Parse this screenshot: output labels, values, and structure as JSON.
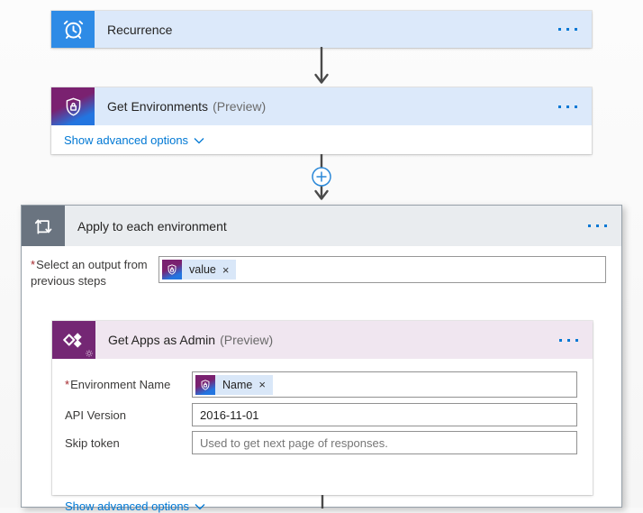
{
  "ui": {
    "asterisk": "*",
    "advanced_options_label": "Show advanced options",
    "token_remove_glyph": "×"
  },
  "recurrence_card": {
    "title": "Recurrence",
    "icon": "alarm-clock-icon"
  },
  "get_environments_card": {
    "title": "Get Environments",
    "preview_suffix": "(Preview)",
    "icon": "shield-lock-icon"
  },
  "apply_card": {
    "title": "Apply to each environment",
    "icon": "loop-icon",
    "output_label": "Select an output from previous steps",
    "output_token_label": "value",
    "output_token_icon": "shield-lock-icon"
  },
  "get_apps_card": {
    "title": "Get Apps as Admin",
    "preview_suffix": "(Preview)",
    "icon": "powerapps-icon",
    "environment_name_label": "Environment Name",
    "environment_name_token": "Name",
    "environment_name_token_icon": "shield-lock-icon",
    "api_version_label": "API Version",
    "api_version_value": "2016-11-01",
    "skip_token_label": "Skip token",
    "skip_token_placeholder": "Used to get next page of responses."
  },
  "colors": {
    "accent_blue": "#0078D4",
    "recurrence_icon_bg": "#2E8BE6",
    "card_header_blue": "#DCE9FA",
    "environments_icon_gradient_start": "#7A2170",
    "environments_icon_gradient_end": "#2375E0",
    "apply_icon_bg": "#6A7480",
    "apply_header_bg": "#E9ECEF",
    "get_apps_icon_bg": "#742774",
    "get_apps_header_bg": "#F0E6F0",
    "token_bg": "#D9E7F8",
    "connector_arrow": "#4A4A4A",
    "required_asterisk": "#A4262C"
  }
}
